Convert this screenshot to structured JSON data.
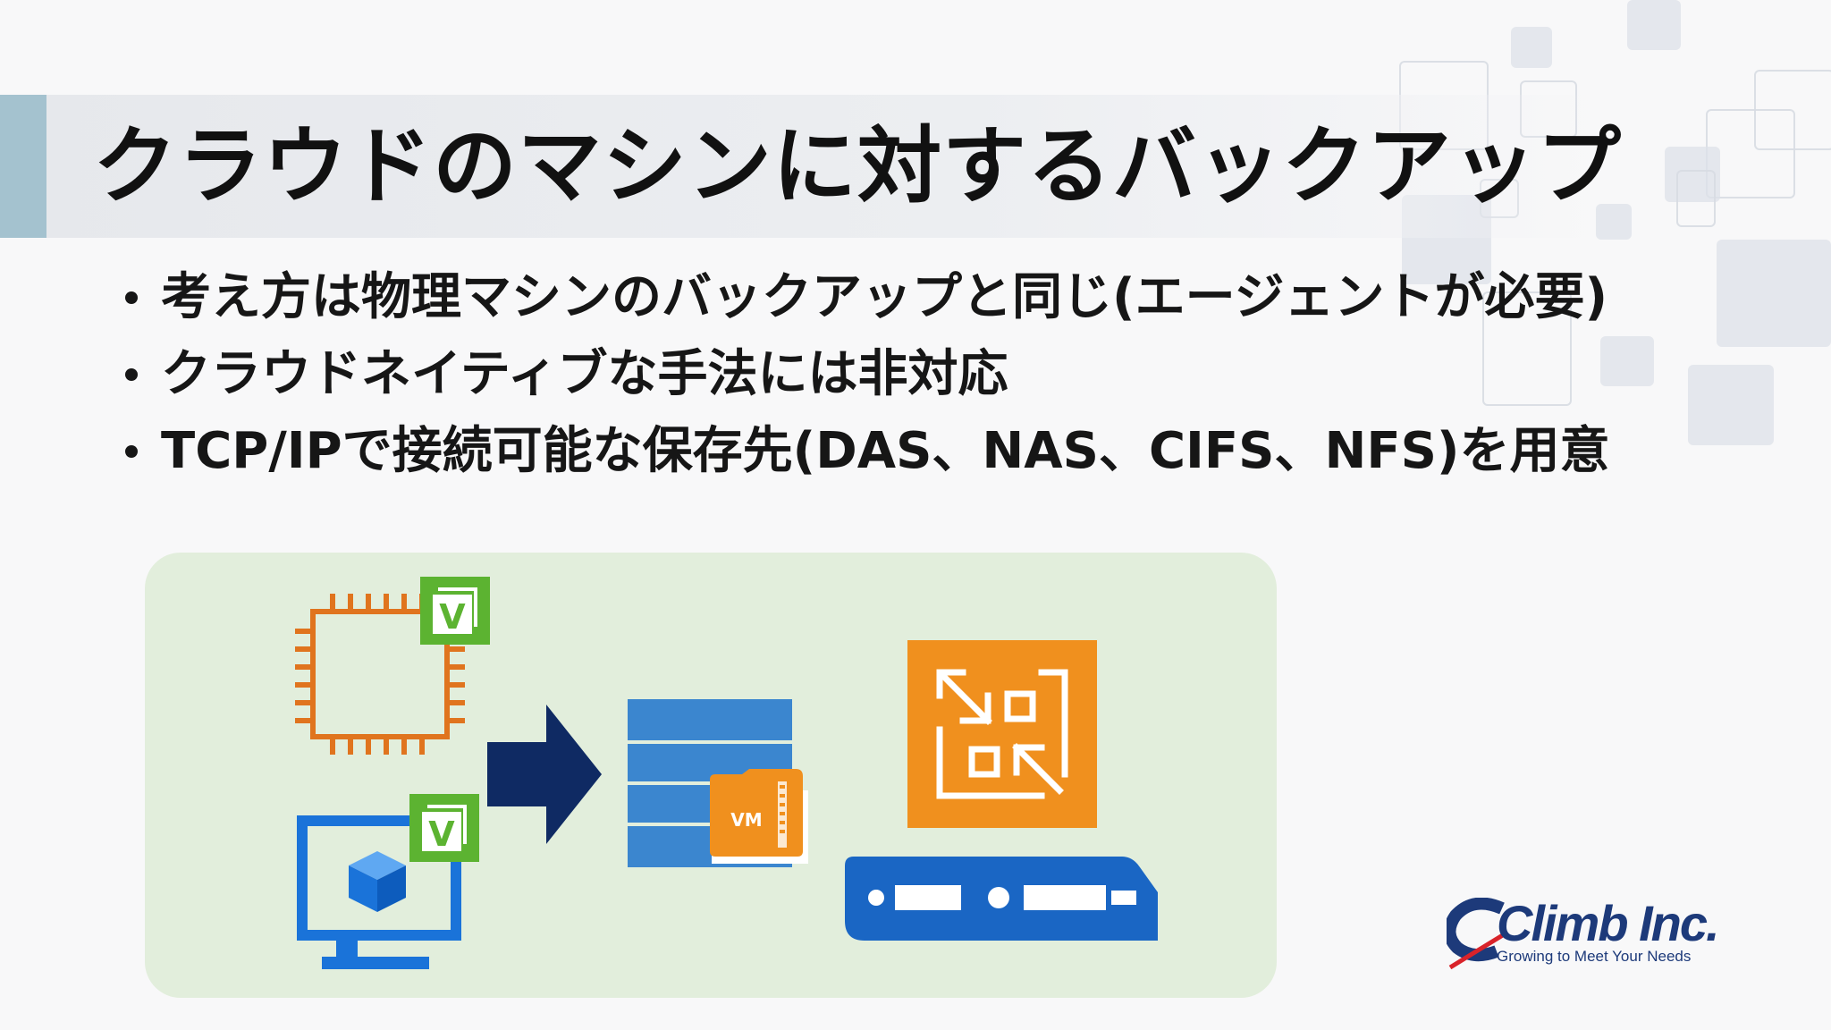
{
  "slide": {
    "title": "クラウドのマシンに対するバックアップ",
    "bullets": [
      "考え方は物理マシンのバックアップと同じ(エージェントが必要)",
      "クラウドネイティブな手法には非対応",
      "TCP/IPで接続可能な保存先(DAS、NAS、CIFS、NFS)を用意"
    ]
  },
  "diagram": {
    "badge_letter": "V",
    "vm_label": "VM",
    "icons": [
      "ec2-instance-icon",
      "azure-vm-icon",
      "arrow-right-icon",
      "backup-repository-icon",
      "vm-file-icon",
      "proxy-appliance-icon",
      "server-rack-icon"
    ]
  },
  "logo": {
    "name": "Climb Inc.",
    "tagline": "Growing to Meet Your Needs"
  },
  "colors": {
    "accent": "#a4c2cf",
    "panel": "#e2eedc",
    "orange": "#e08a1e",
    "blue": "#1a73d9",
    "navy": "#0f2a63",
    "green": "#5cb331"
  }
}
